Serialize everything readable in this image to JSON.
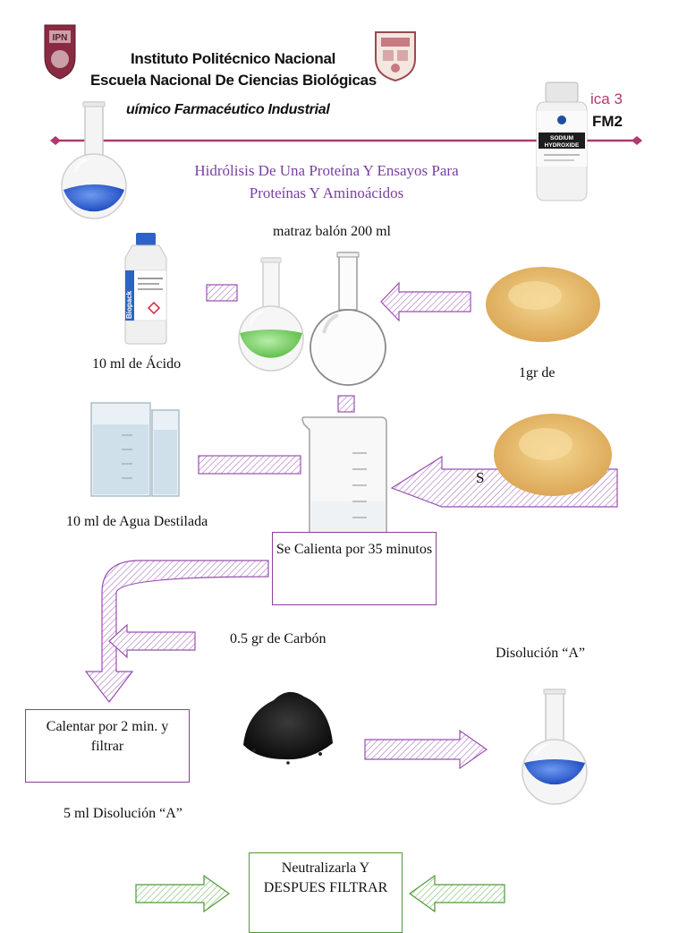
{
  "header": {
    "institute": "Instituto Politécnico Nacional",
    "school": "Escuela Nacional De Ciencias Biológicas",
    "career": "uímico Farmacéutico Industrial",
    "practice_fragment": "ica 3",
    "group_fragment": "FM2",
    "accent_color": "#b03a6f"
  },
  "title": {
    "line1": "Hidrólisis De Una Proteína Y Ensayos Para",
    "line2": "Proteínas Y Aminoácidos",
    "color": "#7a3fa0"
  },
  "sodium_bottle": {
    "line1": "SODIUM",
    "line2": "HYDROXIDE"
  },
  "acid_bottle": {
    "brand": "Biopack"
  },
  "labels": {
    "flask": "matraz balón 200 ml",
    "acid": "10 ml de Ácido",
    "protein": "1gr de",
    "water": "10 ml de Agua Destilada",
    "s_fragment": "S",
    "carbon": "0.5 gr de Carbón",
    "solution_a": "Disolución “A”",
    "five_ml": "5 ml Disolución “A”"
  },
  "boxes": {
    "heat": "Se Calienta por 35 minutos",
    "heat_filter": "Calentar por 2 min. y filtrar",
    "neutralize": "Neutralizarla Y DESPUES FILTRAR"
  },
  "colors": {
    "arrow_purple": "#9b4fb0",
    "arrow_green": "#4e9a3a",
    "blue_liquid": "#2f5fd0",
    "green_liquid": "#7fd06a",
    "powder": "#e8c070"
  }
}
